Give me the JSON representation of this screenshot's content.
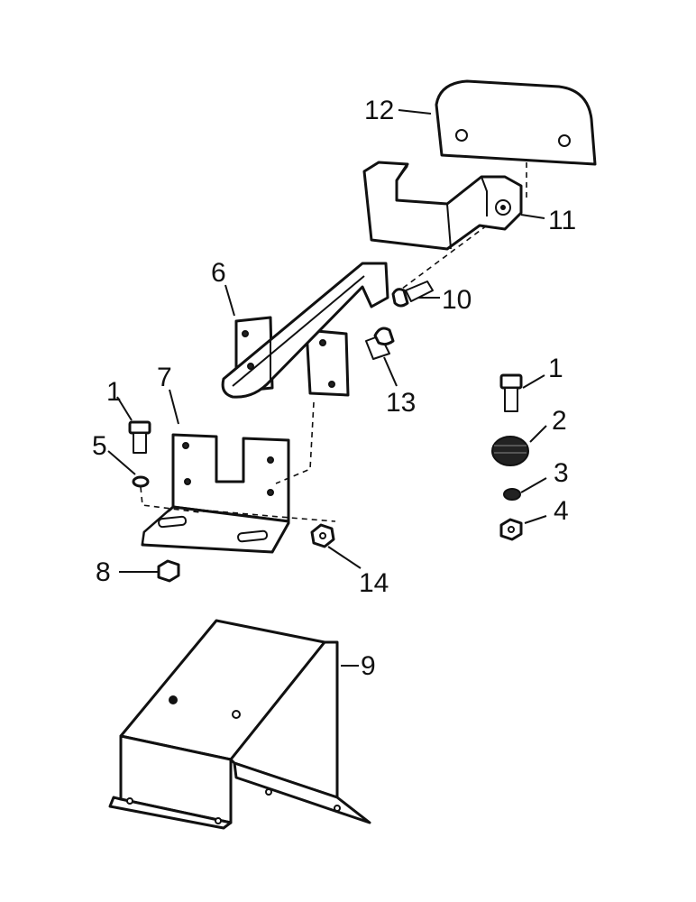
{
  "diagram": {
    "callouts": {
      "c1a": "1",
      "c1b": "1",
      "c2": "2",
      "c3": "3",
      "c4": "4",
      "c5": "5",
      "c6": "6",
      "c7": "7",
      "c8": "8",
      "c9": "9",
      "c10": "10",
      "c11": "11",
      "c12": "12",
      "c13": "13",
      "c14": "14"
    }
  }
}
